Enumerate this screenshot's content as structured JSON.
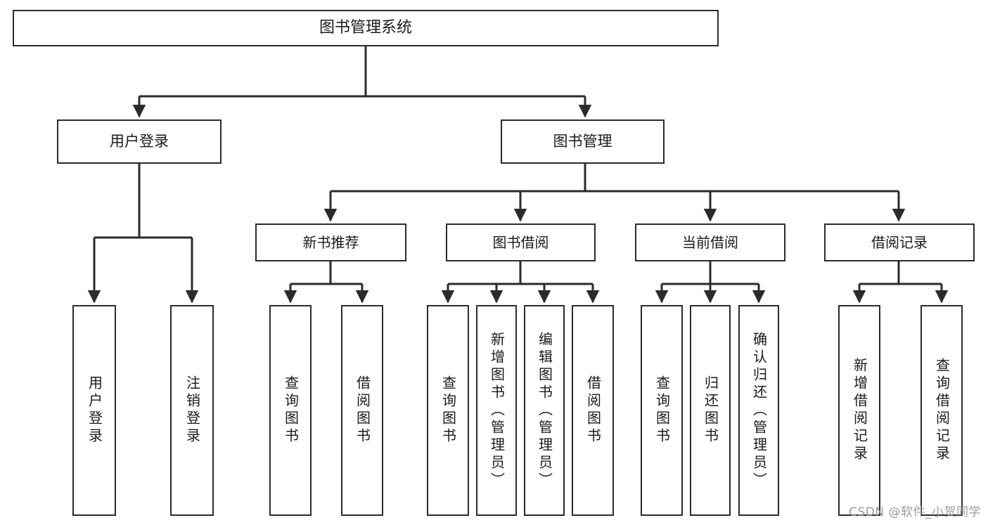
{
  "diagram": {
    "title": "图书管理系统",
    "type": "tree-hierarchy",
    "orientation": "top-down",
    "stroke_color": "#2b2b2b",
    "fill_color": "#ffffff",
    "text_color": "#1a1a1a"
  },
  "watermark": {
    "text": "CSDN @软件_小贺同学",
    "color": "#9a9a9a"
  },
  "nodes": {
    "root": {
      "label": "图书管理系统"
    },
    "level2": [
      {
        "id": "user-login",
        "label": "用户登录"
      },
      {
        "id": "book-management",
        "label": "图书管理"
      }
    ],
    "level3": [
      {
        "id": "new-book-recommend",
        "label": "新书推荐"
      },
      {
        "id": "book-borrow",
        "label": "图书借阅"
      },
      {
        "id": "current-borrow",
        "label": "当前借阅"
      },
      {
        "id": "borrow-record",
        "label": "借阅记录"
      }
    ],
    "leaves": {
      "user_login": [
        {
          "id": "leaf-user-login",
          "label": "用户登录"
        },
        {
          "id": "leaf-logout-login",
          "label": "注销登录"
        }
      ],
      "new_book_recommend": [
        {
          "id": "leaf-query-book-1",
          "label": "查询图书"
        },
        {
          "id": "leaf-borrow-book-1",
          "label": "借阅图书"
        }
      ],
      "book_borrow": [
        {
          "id": "leaf-query-book-2",
          "label": "查询图书"
        },
        {
          "id": "leaf-add-book",
          "label": "新增图书（管理员）"
        },
        {
          "id": "leaf-edit-book",
          "label": "编辑图书（管理员）"
        },
        {
          "id": "leaf-borrow-book-2",
          "label": "借阅图书"
        }
      ],
      "current_borrow": [
        {
          "id": "leaf-query-book-3",
          "label": "查询图书"
        },
        {
          "id": "leaf-return-book",
          "label": "归还图书"
        },
        {
          "id": "leaf-confirm-return",
          "label": "确认归还（管理员）"
        }
      ],
      "borrow_record": [
        {
          "id": "leaf-add-record",
          "label": "新增借阅记录"
        },
        {
          "id": "leaf-query-record",
          "label": "查询借阅记录"
        }
      ]
    }
  }
}
